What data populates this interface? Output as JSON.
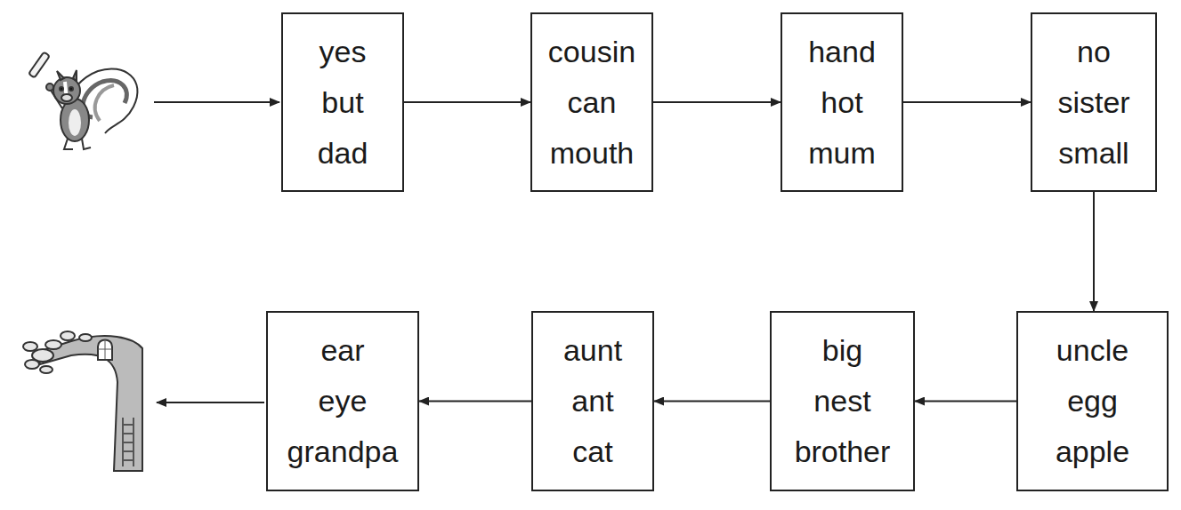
{
  "diagram": {
    "nodes": [
      {
        "text": [
          "yes",
          "but",
          "dad"
        ]
      },
      {
        "text": [
          "cousin",
          "can",
          "mouth"
        ]
      },
      {
        "text": [
          "hand",
          "hot",
          "mum"
        ]
      },
      {
        "text": [
          "no",
          "sister",
          "small"
        ]
      },
      {
        "text": [
          "uncle",
          "egg",
          "apple"
        ]
      },
      {
        "text": [
          "big",
          "nest",
          "brother"
        ]
      },
      {
        "text": [
          "aunt",
          "ant",
          "cat"
        ]
      },
      {
        "text": [
          "ear",
          "eye",
          "grandpa"
        ]
      }
    ],
    "edges": [
      {
        "from": 0,
        "to": 1,
        "arrow": "to"
      },
      {
        "from": 1,
        "to": 2,
        "arrow": "to"
      },
      {
        "from": 2,
        "to": 3,
        "arrow": "to"
      },
      {
        "from": 3,
        "to": 4,
        "arrow": "to"
      },
      {
        "from": 4,
        "to": 5,
        "arrow": "to"
      },
      {
        "from": 5,
        "to": 6,
        "arrow": "to"
      },
      {
        "from": 6,
        "to": 7,
        "arrow": "to"
      }
    ]
  }
}
